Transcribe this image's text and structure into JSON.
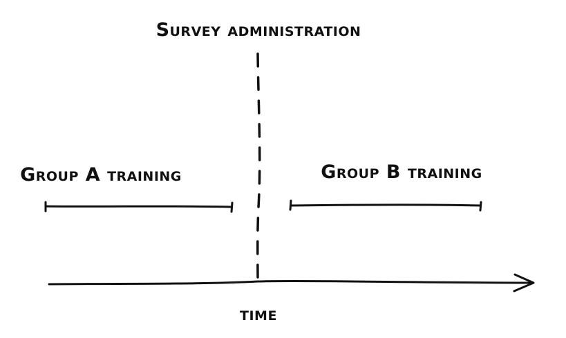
{
  "diagram": {
    "labels": {
      "survey": "Survey administration",
      "group_a": "Group A training",
      "group_b": "Group B training",
      "time": "time"
    },
    "colors": {
      "ink": "#111111",
      "background": "#ffffff"
    }
  }
}
